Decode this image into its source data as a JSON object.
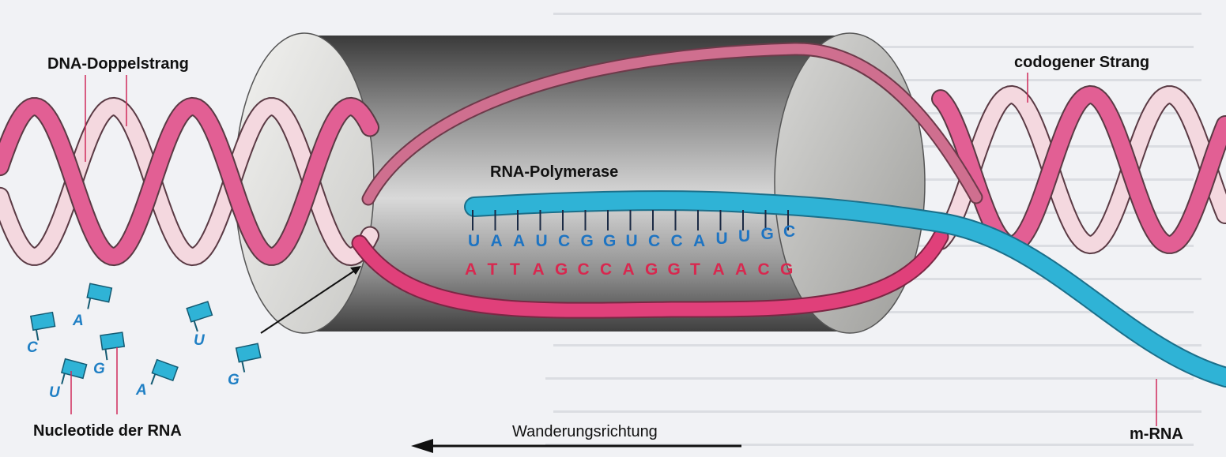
{
  "labels": {
    "dna_double_strand": "DNA-Doppelstrang",
    "codogenic_strand": "codogener Strang",
    "rna_polymerase": "RNA-Polymerase",
    "nucleotides": "Nucleotide der RNA",
    "direction": "Wanderungsrichtung",
    "mrna": "m-RNA"
  },
  "rna_bases": [
    "U",
    "A",
    "A",
    "U",
    "C",
    "G",
    "G",
    "U",
    "C",
    "C",
    "A",
    "U",
    "U",
    "G",
    "C"
  ],
  "dna_bases": [
    "A",
    "T",
    "T",
    "A",
    "G",
    "C",
    "C",
    "A",
    "G",
    "G",
    "T",
    "A",
    "A",
    "C",
    "G"
  ],
  "free_nucleotides": [
    "C",
    "A",
    "U",
    "G",
    "A",
    "U",
    "G"
  ],
  "colors": {
    "rna": "#2fb3d6",
    "dna_coding": "#e25f94",
    "dna_pale": "#f4d8df",
    "dna_letters": "#d8284f",
    "rna_letters": "#1e74c2"
  }
}
